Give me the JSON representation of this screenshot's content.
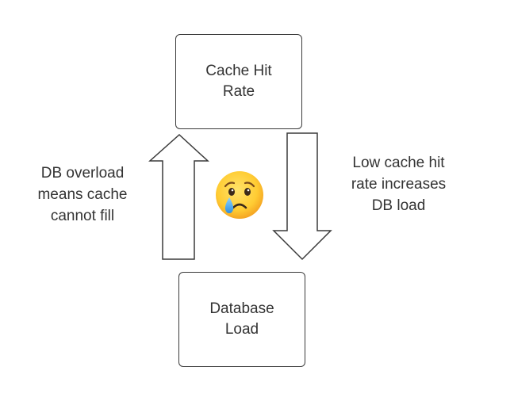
{
  "nodes": {
    "top": {
      "label": "Cache Hit\nRate"
    },
    "bottom": {
      "label": "Database\nLoad"
    }
  },
  "edges": {
    "up": {
      "label": "DB overload\nmeans cache\ncannot fill"
    },
    "down": {
      "label": "Low cache hit\nrate increases\nDB load"
    }
  },
  "center_icon": {
    "name": "crying-face-icon",
    "emoji": "😢"
  },
  "colors": {
    "stroke": "#3a3a3a",
    "text": "#333333",
    "face": "#FFCC33",
    "tear": "#3BA3F0"
  }
}
